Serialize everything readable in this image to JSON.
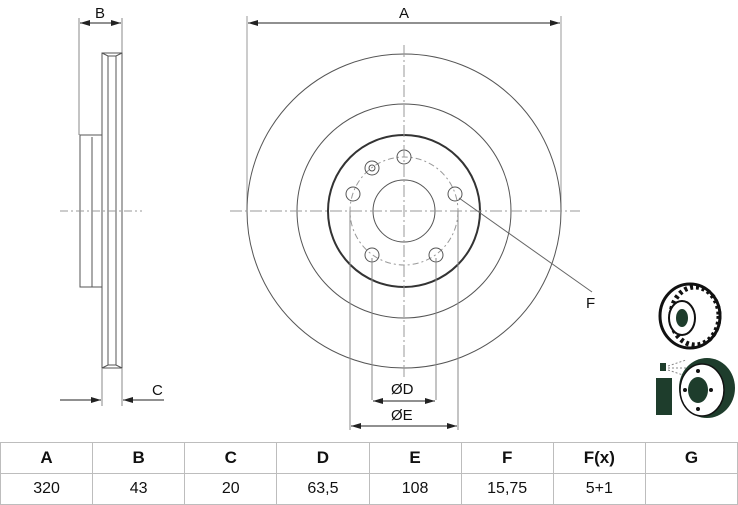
{
  "drawing": {
    "title": "Brake disc dimensional drawing",
    "labels": {
      "A": "A",
      "B": "B",
      "C": "C",
      "D": "ØD",
      "E": "ØE",
      "F": "F"
    },
    "icons": [
      "vented-disc-icon",
      "coated-disc-spray-icon"
    ]
  },
  "table": {
    "headers": [
      "A",
      "B",
      "C",
      "D",
      "E",
      "F",
      "F(x)",
      "G"
    ],
    "values": [
      "320",
      "43",
      "20",
      "63,5",
      "108",
      "15,75",
      "5+1",
      ""
    ]
  }
}
